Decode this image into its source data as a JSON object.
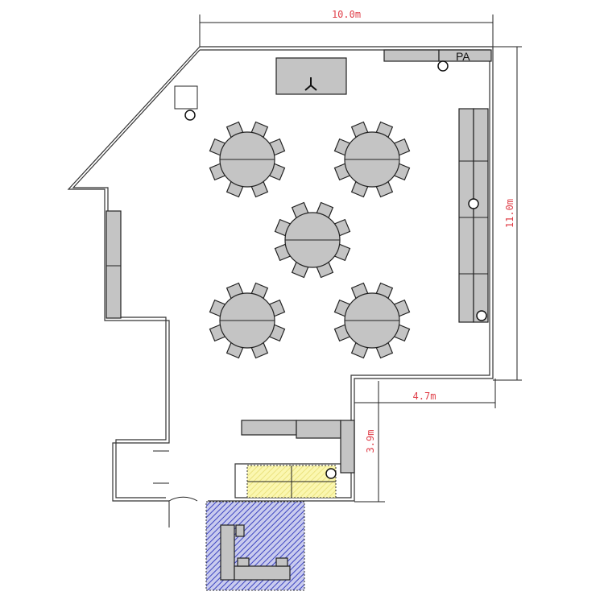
{
  "title": "Room floor plan",
  "dimensions": {
    "width": "10.0m",
    "height": "11.0m",
    "lower_width": "4.7m",
    "lower_height": "3.9m"
  },
  "labels": {
    "pa": "PA"
  },
  "tables": {
    "count": 5,
    "chairs_per_table": 8
  },
  "colors": {
    "dimension": "#e0404a",
    "furniture": "#c4c4c4",
    "yellow_area": "#f4f09a",
    "blue_area": "#4a52c8"
  }
}
